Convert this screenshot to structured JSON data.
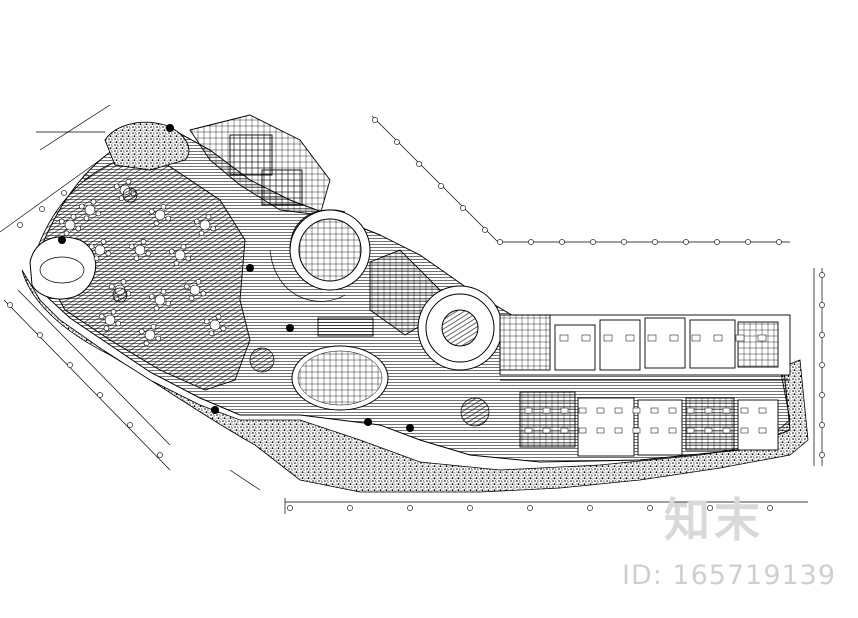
{
  "drawing": {
    "type": "architectural floor plan (CAD line drawing)",
    "colors": {
      "ink": "#000000",
      "paper": "#ffffff",
      "watermark": "#d0d0d0"
    }
  },
  "watermark": {
    "logo_text": "知末",
    "id_text": "ID: 165719139"
  }
}
